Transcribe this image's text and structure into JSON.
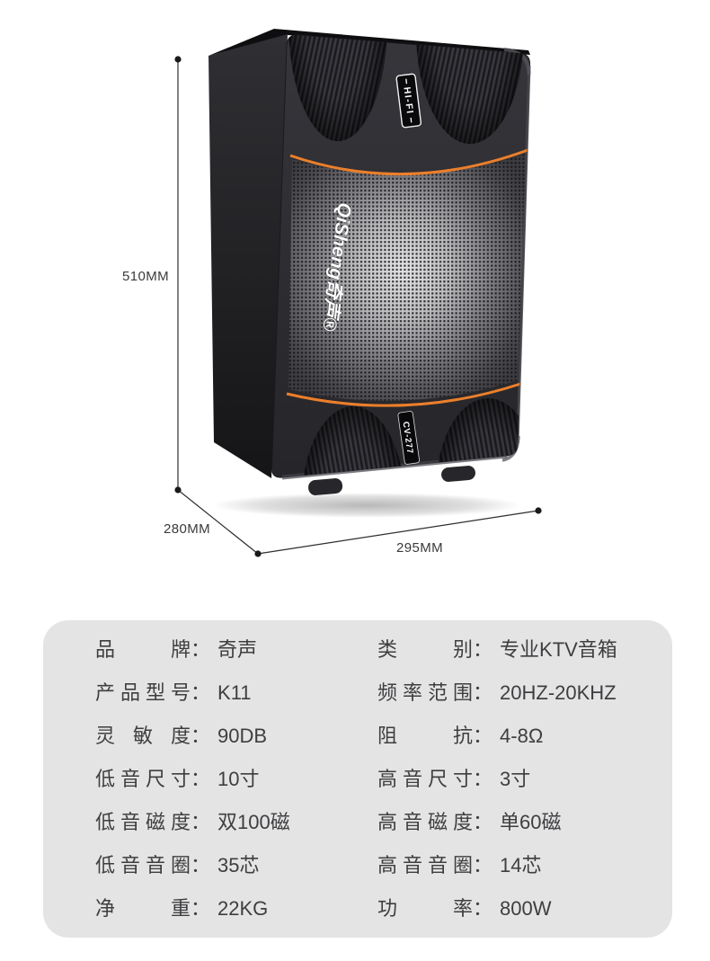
{
  "page": {
    "background": "#ffffff"
  },
  "dimensions": {
    "height_label": "510MM",
    "depth_label": "280MM",
    "width_label": "295MM"
  },
  "speaker": {
    "hifi_badge": "HI-FI",
    "model_badge": "CV-277",
    "brand_logo": "QiSheng奇声®",
    "accent_color": "#ec7f2b",
    "body_color": "#2c2c30"
  },
  "specs": {
    "panel_color": "#e4e4e5",
    "colon": "：",
    "left_rows": [
      {
        "label": "品牌",
        "value": "奇声"
      },
      {
        "label": "产品型号",
        "value": "K11"
      },
      {
        "label": "灵敏度",
        "value": "90DB"
      },
      {
        "label": "低音尺寸",
        "value": "10寸"
      },
      {
        "label": "低音磁度",
        "value": "双100磁"
      },
      {
        "label": "低音音圈",
        "value": "35芯"
      },
      {
        "label": "净重",
        "value": "22KG"
      }
    ],
    "right_rows": [
      {
        "label": "类别",
        "value": "专业KTV音箱"
      },
      {
        "label": "频率范围",
        "value": "20HZ-20KHZ"
      },
      {
        "label": "阻抗",
        "value": "4-8Ω"
      },
      {
        "label": "高音尺寸",
        "value": "3寸"
      },
      {
        "label": "高音磁度",
        "value": "单60磁"
      },
      {
        "label": "高音音圈",
        "value": "14芯"
      },
      {
        "label": "功率",
        "value": "800W"
      }
    ]
  }
}
